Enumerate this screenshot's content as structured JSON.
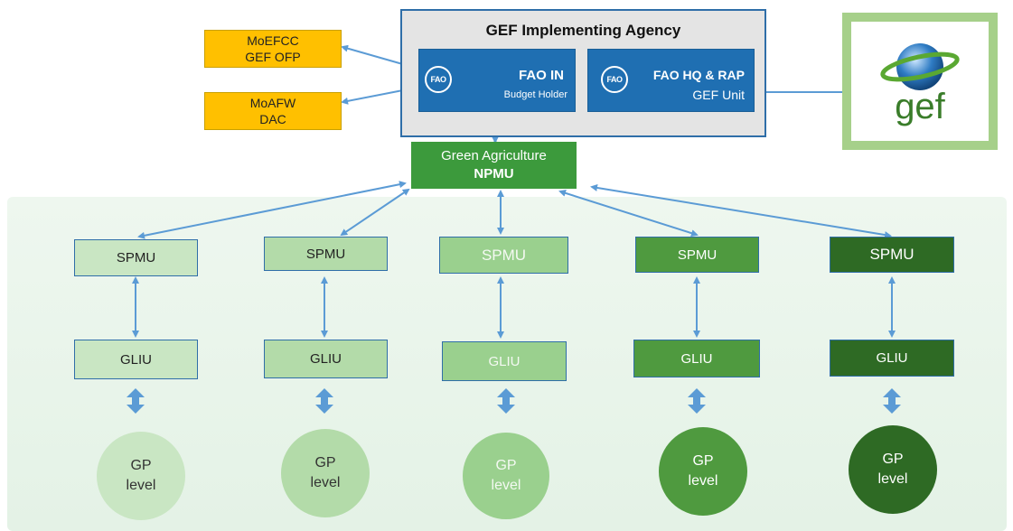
{
  "ministries": [
    {
      "line1": "MoEFCC",
      "line2": "GEF OFP"
    },
    {
      "line1": "MoAFW",
      "line2": "DAC"
    }
  ],
  "agency": {
    "title": "GEF Implementing Agency",
    "fao_in": {
      "title": "FAO IN",
      "subtitle": "Budget Holder"
    },
    "fao_hq": {
      "title": "FAO HQ & RAP",
      "subtitle": "GEF Unit"
    },
    "logo_text": "FAO"
  },
  "gef_logo": {
    "text": "gef"
  },
  "npmu": {
    "line1": "Green Agriculture",
    "line2": "NPMU"
  },
  "columns": [
    {
      "spmu": "SPMU",
      "gliu": "GLIU",
      "gp_line1": "GP",
      "gp_line2": "level"
    },
    {
      "spmu": "SPMU",
      "gliu": "GLIU",
      "gp_line1": "GP",
      "gp_line2": "level"
    },
    {
      "spmu": "SPMU",
      "gliu": "GLIU",
      "gp_line1": "GP",
      "gp_line2": "level"
    },
    {
      "spmu": "SPMU",
      "gliu": "GLIU",
      "gp_line1": "GP",
      "gp_line2": "level"
    },
    {
      "spmu": "SPMU",
      "gliu": "GLIU",
      "gp_line1": "GP",
      "gp_line2": "level"
    }
  ],
  "colors": {
    "ministry": "#ffc000",
    "agency_box": "#1f6fb2",
    "npmu": "#3c9a3c",
    "arrow": "#5b9bd5",
    "column_fills": [
      "#c9e6c3",
      "#b3dba9",
      "#9ad08e",
      "#4f9a3f",
      "#2e6a24"
    ]
  }
}
